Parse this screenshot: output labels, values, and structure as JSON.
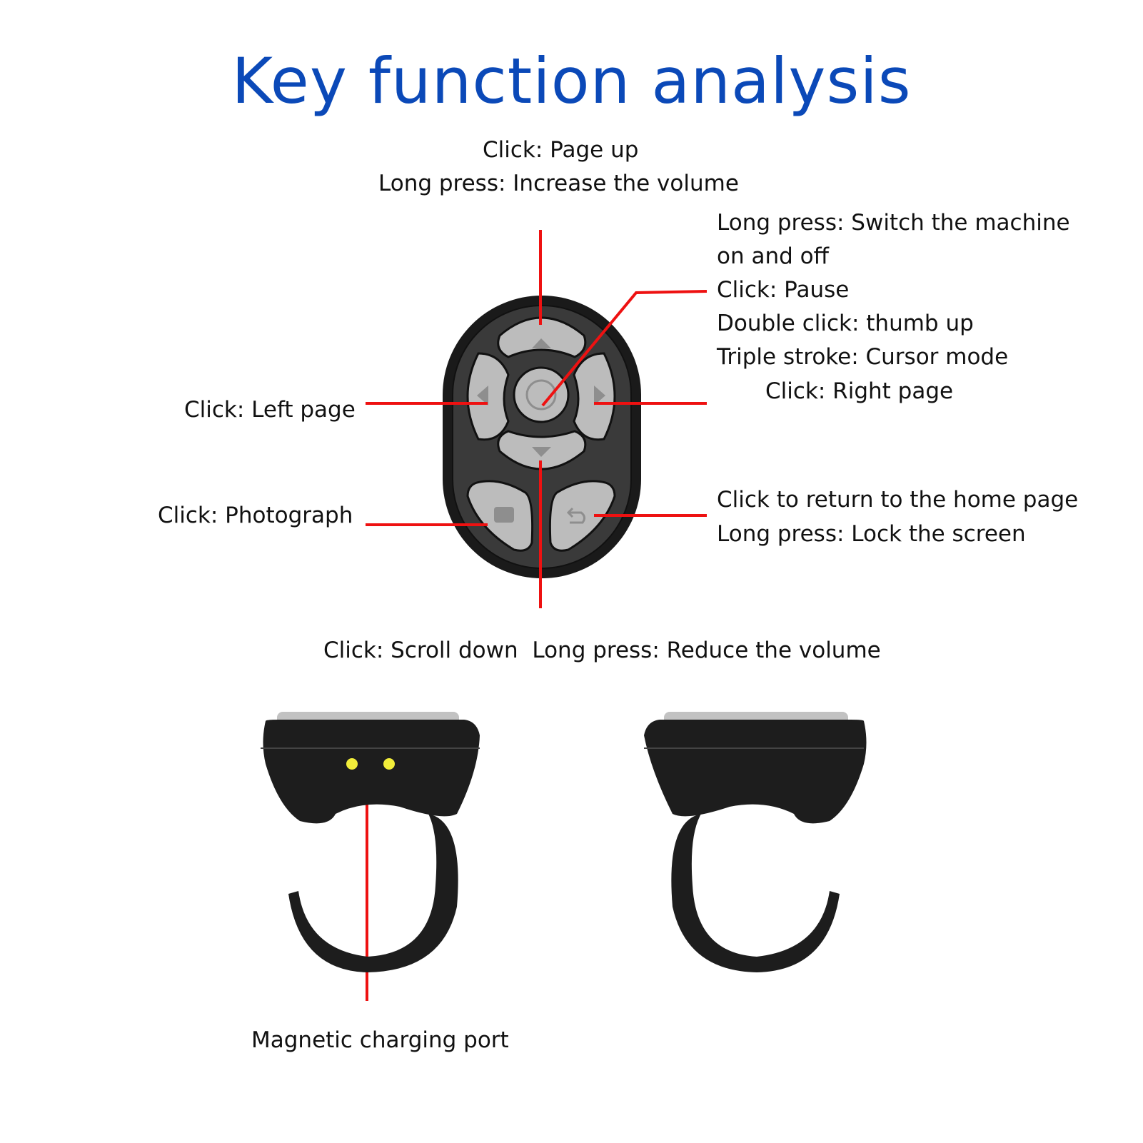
{
  "title": "Key function analysis",
  "colors": {
    "title": "#0b49b8",
    "callout_line": "#ee1111",
    "device_body": "#1c1c1c",
    "button": "#b9b9b9",
    "charging_pin": "#f2ee3a"
  },
  "labels": {
    "up_click": "Click: Page up",
    "up_long": "Long press: Increase the volume",
    "center_long_1": "Long press: Switch the machine",
    "center_long_2": "on and off",
    "center_click": "Click: Pause",
    "center_double": "Double click: thumb up",
    "center_triple": "Triple stroke: Cursor mode",
    "right_click": "Click: Right page",
    "left_click": "Click: Left page",
    "photo_click": "Click: Photograph",
    "home_click": "Click to return to the home page",
    "home_long": "Long press: Lock the screen",
    "down": "Click: Scroll down  Long press: Reduce the volume",
    "charging": "Magnetic charging port"
  }
}
